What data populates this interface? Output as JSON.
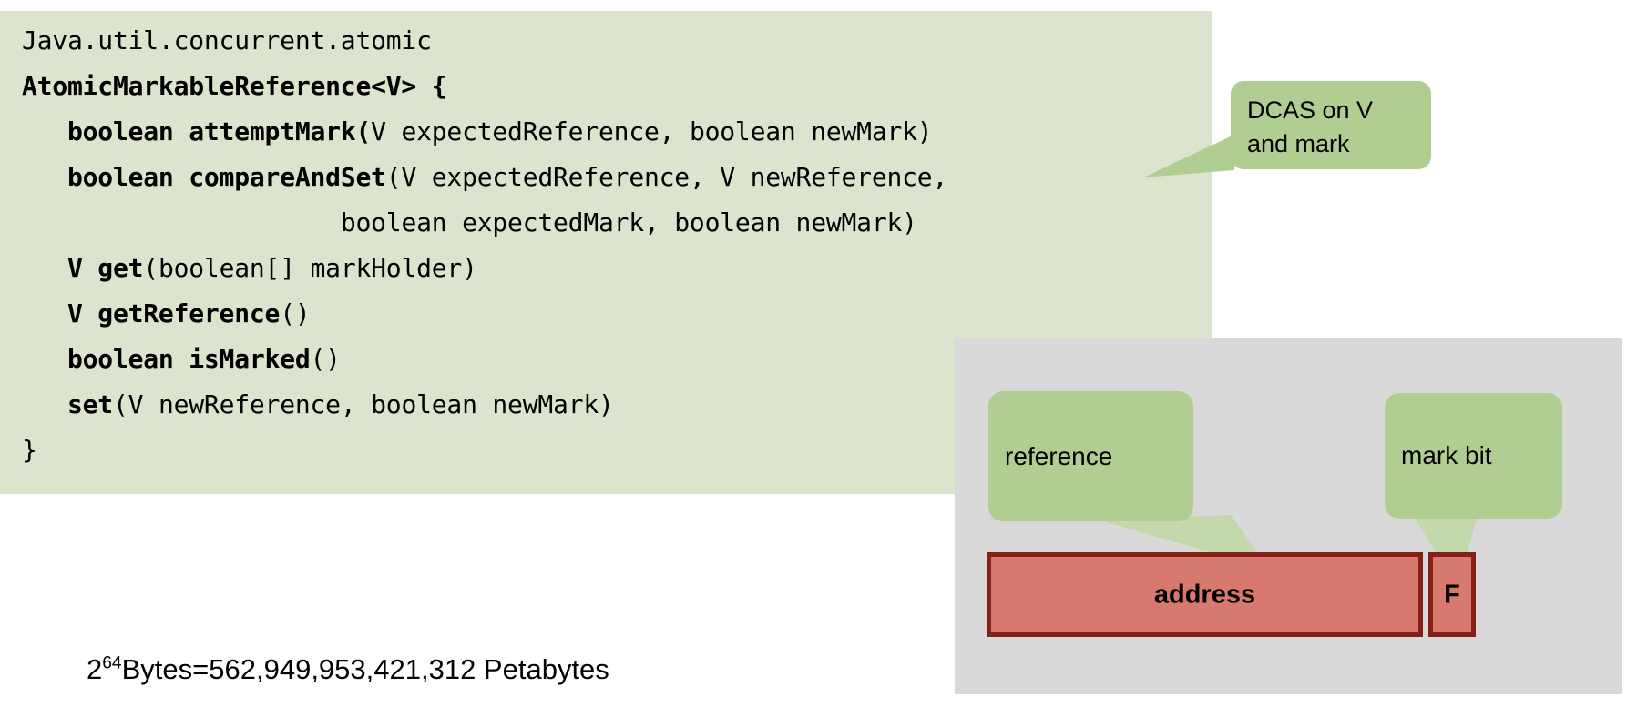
{
  "code_panel": {
    "lines": [
      {
        "indent": 0,
        "segments": [
          {
            "text": "Java.util.concurrent.atomic",
            "bold": false
          }
        ]
      },
      {
        "indent": 0,
        "segments": [
          {
            "text": "AtomicMarkableReference<V> {",
            "bold": true
          }
        ]
      },
      {
        "indent": 3,
        "segments": [
          {
            "text": "boolean attemptMark(",
            "bold": true
          },
          {
            "text": "V expectedReference, boolean newMark)",
            "bold": false
          }
        ]
      },
      {
        "indent": 3,
        "segments": [
          {
            "text": "boolean compareAndSet",
            "bold": true
          },
          {
            "text": "(V expectedReference, V newReference,",
            "bold": false
          }
        ]
      },
      {
        "indent": 21,
        "segments": [
          {
            "text": "boolean expectedMark, boolean newMark)",
            "bold": false
          }
        ]
      },
      {
        "indent": 3,
        "segments": [
          {
            "text": "V get",
            "bold": true
          },
          {
            "text": "(boolean[] markHolder)",
            "bold": false
          }
        ]
      },
      {
        "indent": 3,
        "segments": [
          {
            "text": "V getReference",
            "bold": true
          },
          {
            "text": "()",
            "bold": false
          }
        ]
      },
      {
        "indent": 3,
        "segments": [
          {
            "text": "boolean isMarked",
            "bold": true
          },
          {
            "text": "()",
            "bold": false
          }
        ]
      },
      {
        "indent": 3,
        "segments": [
          {
            "text": "set",
            "bold": true
          },
          {
            "text": "(V newReference, boolean newMark)",
            "bold": false
          }
        ]
      },
      {
        "indent": 0,
        "segments": [
          {
            "text": "}",
            "bold": false
          }
        ]
      }
    ],
    "background_color": "#DCE4CD"
  },
  "callouts": {
    "dcas": {
      "label": "DCAS on V and mark",
      "line1": "DCAS on V",
      "line2": "and mark",
      "color": "#B1CE92"
    },
    "reference": {
      "label": "reference",
      "color": "#B1CE92"
    },
    "mark_bit": {
      "label": "mark bit",
      "color": "#B1CE92"
    }
  },
  "diagram": {
    "background_color": "#D9D9D9",
    "cells": [
      {
        "name": "address",
        "label": "address",
        "fill": "#D8796F",
        "stroke": "#842015"
      },
      {
        "name": "mark-bit",
        "label": "F",
        "fill": "#D8796F",
        "stroke": "#842015"
      }
    ]
  },
  "footnote": {
    "base": "2",
    "exponent": "64",
    "rest": "Bytes=562,949,953,421,312 Petabytes",
    "full_text": "2^64 Bytes=562,949,953,421,312 Petabytes"
  }
}
